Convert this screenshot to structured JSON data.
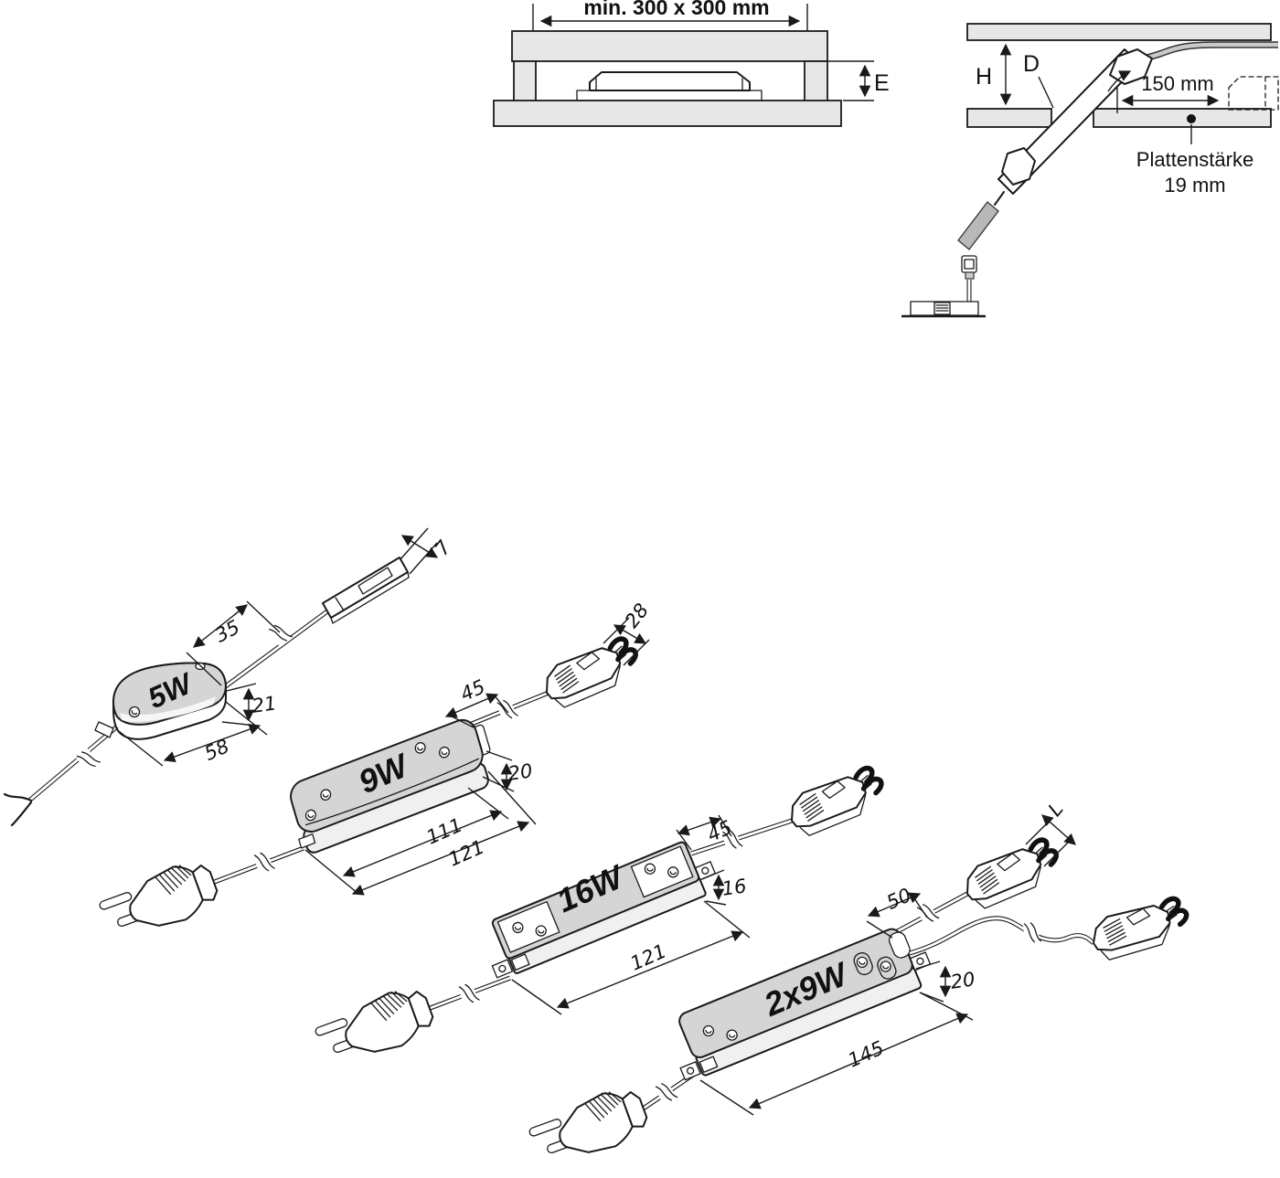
{
  "clearance_diagram": {
    "min_area_label": "min. 300 x 300 mm",
    "recess_height_label": "E"
  },
  "installation_diagram": {
    "clearance_height_label": "H",
    "drill_hole_label": "D",
    "edge_distance_label": "150 mm",
    "panel_thickness_line1": "Plattenstärke",
    "panel_thickness_line2": "19 mm"
  },
  "drivers": [
    {
      "label": "5W",
      "dims": {
        "connector_width": "7",
        "cable_stub": "35",
        "height": "21",
        "length": "58"
      }
    },
    {
      "label": "9W",
      "dims": {
        "connector_width": "28",
        "cable_stub": "45",
        "height": "20",
        "body_length": "111",
        "length": "121"
      }
    },
    {
      "label": "16W",
      "dims": {
        "cable_stub": "45",
        "height": "16",
        "length": "121"
      }
    },
    {
      "label": "2x9W",
      "dims": {
        "connector_width": "L",
        "cable_stub": "50",
        "height": "20",
        "length": "145"
      }
    }
  ]
}
